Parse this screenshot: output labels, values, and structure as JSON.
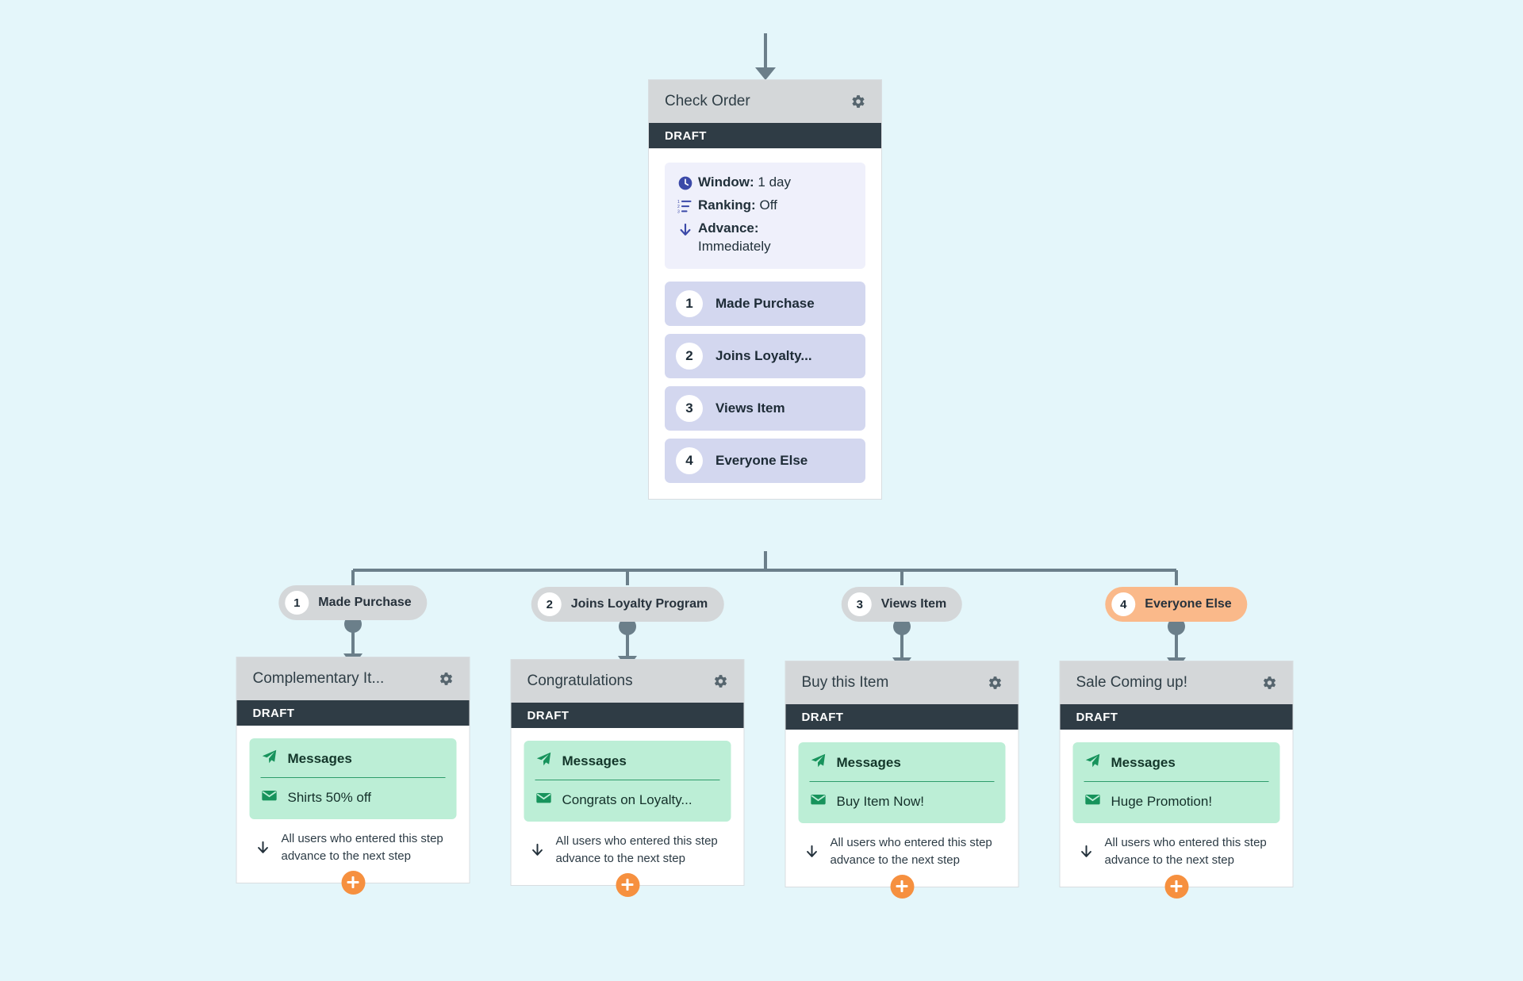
{
  "canvas": {
    "background": "#e4f6fa"
  },
  "palette": {
    "card_header": "#d4d7d9",
    "status_bar": "#2f3c45",
    "settings_box": "#eff0fb",
    "branch_item": "#d3d7ef",
    "messages_box": "#bceed6",
    "messages_accent": "#2e9c6b",
    "accent_orange": "#f6903f",
    "pill_accent": "#fab98a",
    "connector": "#6b7f8a",
    "icon_blue": "#3b49a8"
  },
  "root_card": {
    "title": "Check Order",
    "status": "DRAFT",
    "gear_icon": "gear-icon",
    "settings": [
      {
        "icon": "clock-icon",
        "label": "Window:",
        "value": "1 day"
      },
      {
        "icon": "numbered-list-icon",
        "label": "Ranking:",
        "value": "Off"
      },
      {
        "icon": "down-arrow-icon",
        "label": "Advance:",
        "value": "Immediately"
      }
    ],
    "branches": [
      {
        "num": "1",
        "label": "Made Purchase"
      },
      {
        "num": "2",
        "label": "Joins Loyalty..."
      },
      {
        "num": "3",
        "label": "Views Item"
      },
      {
        "num": "4",
        "label": "Everyone Else"
      }
    ]
  },
  "pills": [
    {
      "num": "1",
      "label": "Made Purchase",
      "accent": false
    },
    {
      "num": "2",
      "label": "Joins Loyalty Program",
      "accent": false
    },
    {
      "num": "3",
      "label": "Views Item",
      "accent": false
    },
    {
      "num": "4",
      "label": "Everyone Else",
      "accent": true
    }
  ],
  "step_cards": [
    {
      "title": "Complementary It...",
      "status": "DRAFT",
      "messages_title": "Messages",
      "message": "Shirts 50% off",
      "advance_text": "All users who entered this step advance to the next step"
    },
    {
      "title": "Congratulations",
      "status": "DRAFT",
      "messages_title": "Messages",
      "message": "Congrats on Loyalty...",
      "advance_text": "All users who entered this step advance to the next step"
    },
    {
      "title": "Buy this Item",
      "status": "DRAFT",
      "messages_title": "Messages",
      "message": "Buy Item Now!",
      "advance_text": "All users who entered this step advance to the next step"
    },
    {
      "title": "Sale Coming up!",
      "status": "DRAFT",
      "messages_title": "Messages",
      "message": "Huge Promotion!",
      "advance_text": "All users who entered this step advance to the next step"
    }
  ]
}
